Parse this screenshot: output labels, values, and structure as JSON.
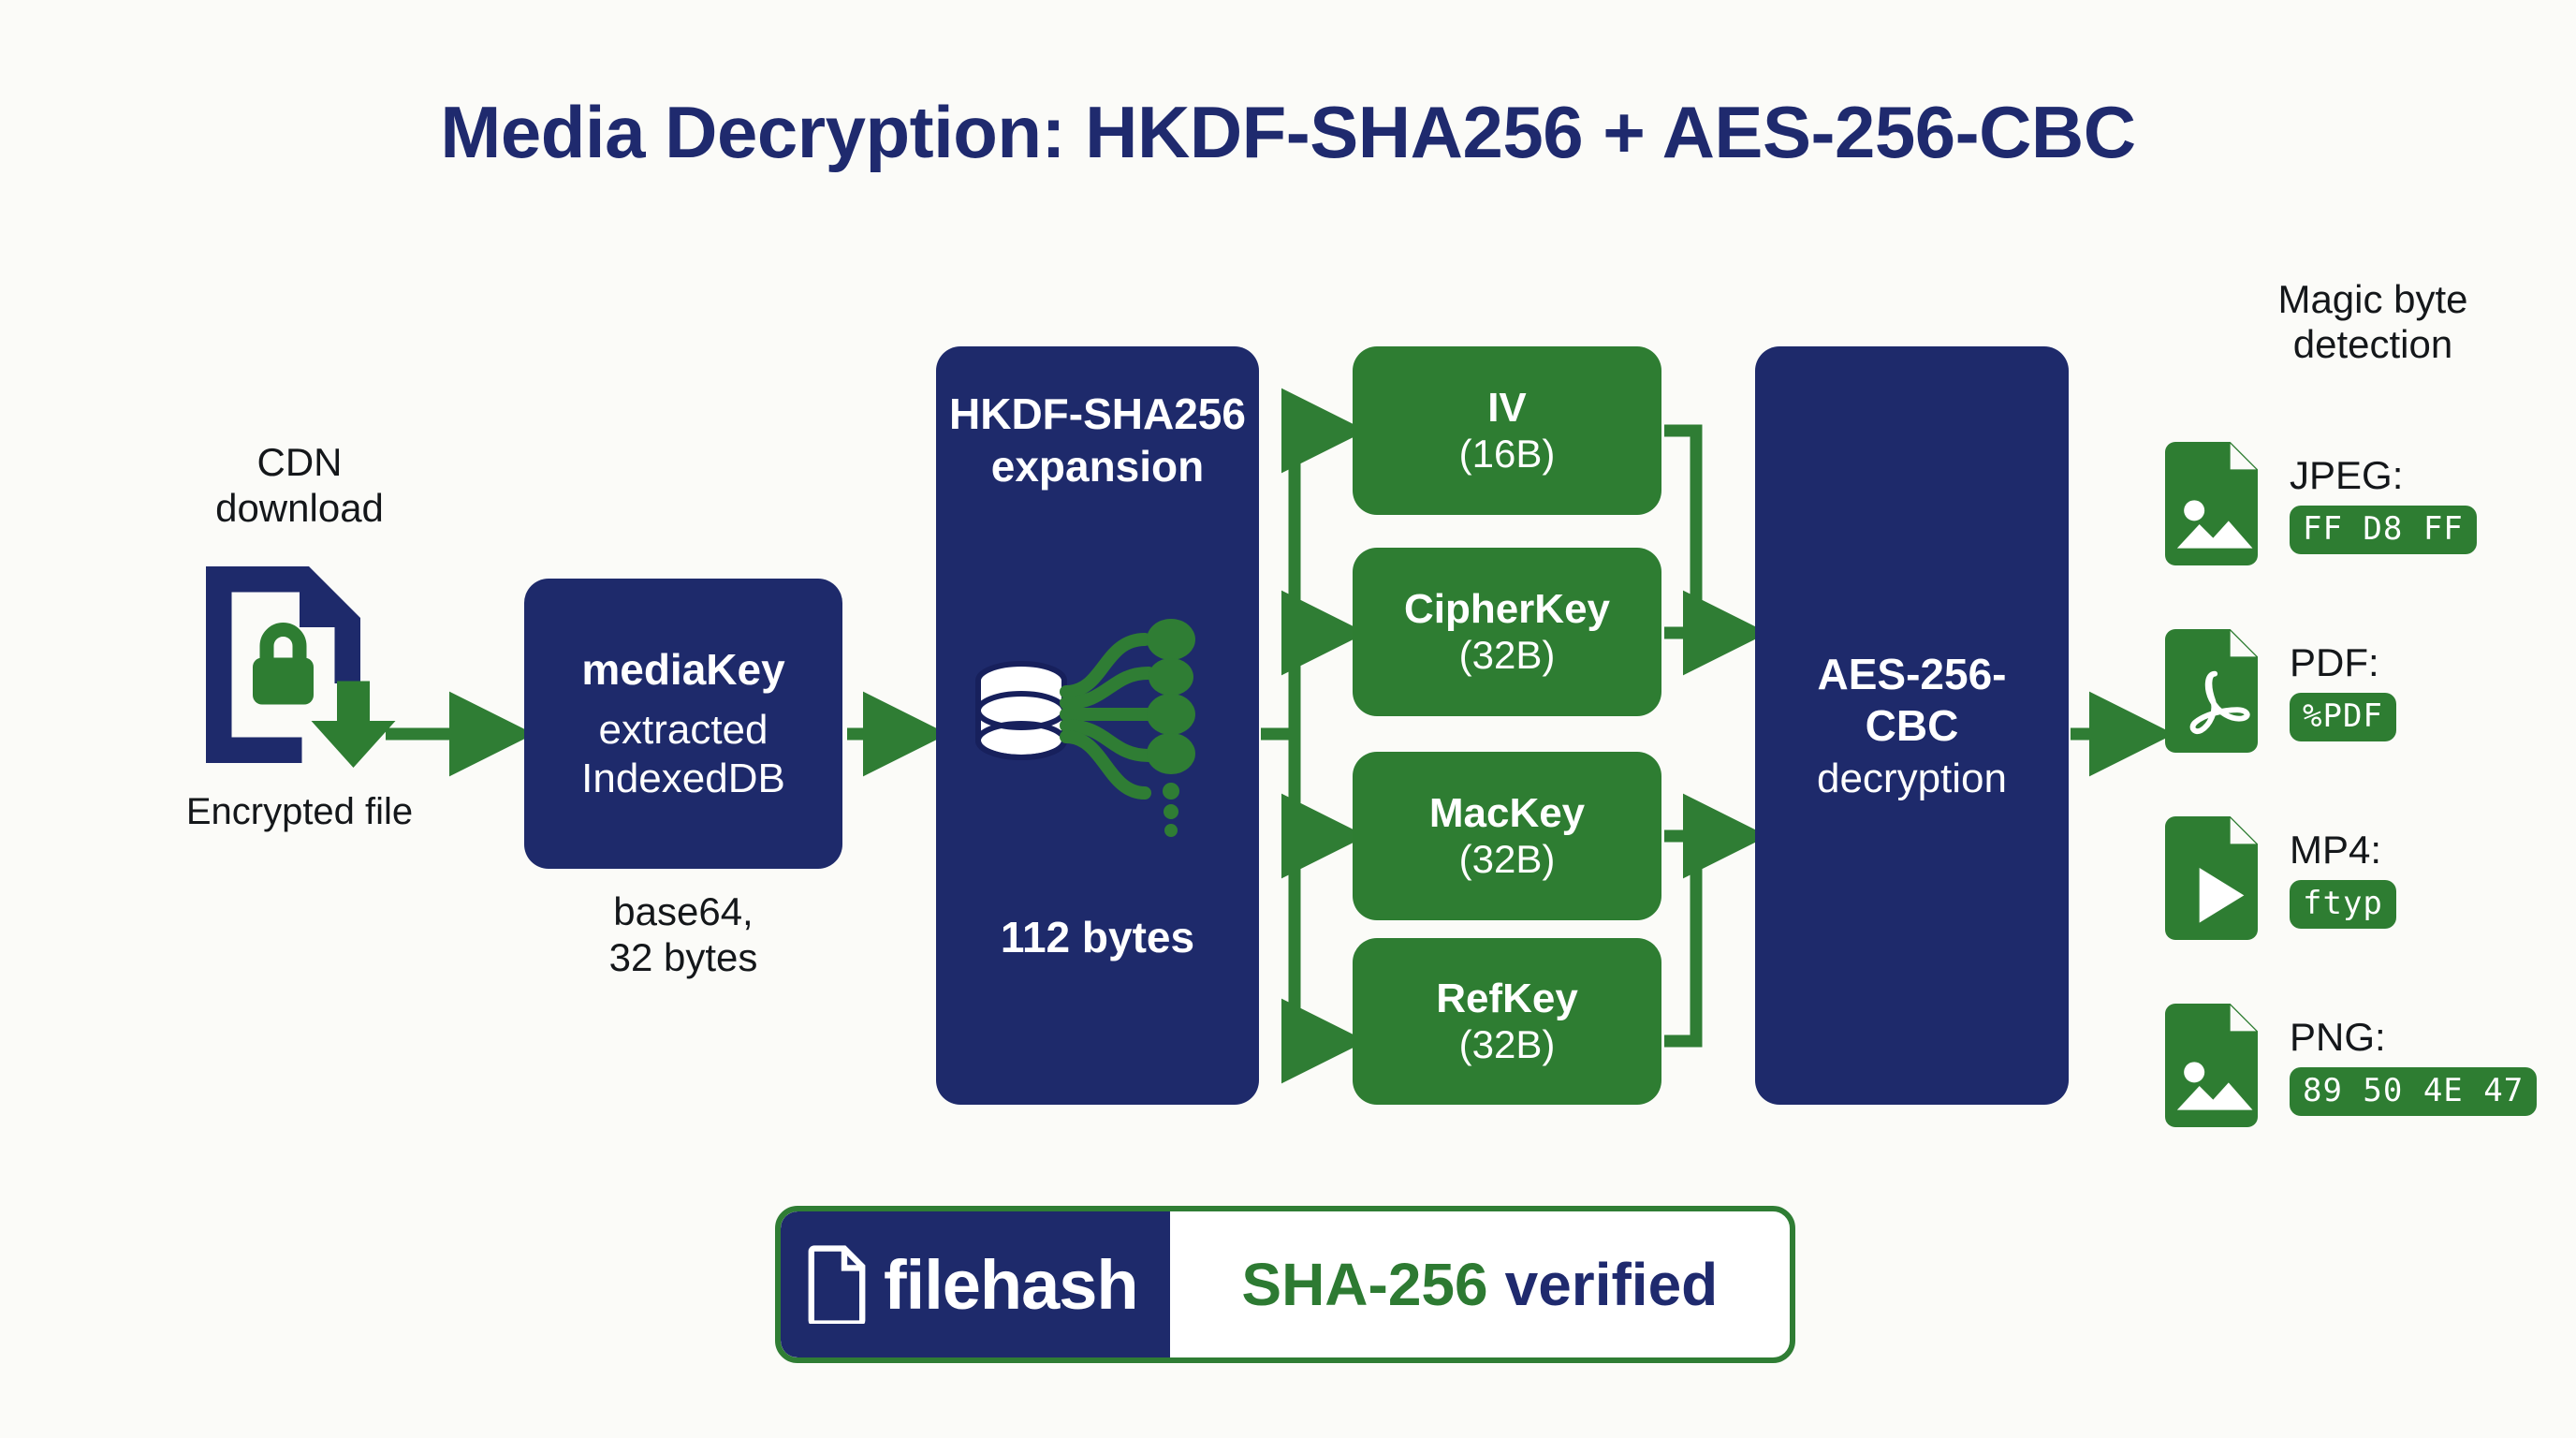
{
  "title": "Media Decryption: HKDF-SHA256 + AES-256-CBC",
  "colors": {
    "navy": "#1e2a6b",
    "green": "#2e7d32",
    "background": "#fbfbf8",
    "title_navy": "#1f2a6e"
  },
  "stages": {
    "cdn": {
      "top_label": "CDN\ndownload",
      "top_label_line1": "CDN",
      "top_label_line2": "download",
      "icon": "file-lock-download-icon",
      "caption": "Encrypted file"
    },
    "mediakey": {
      "bold_line": "mediaKey",
      "sub_line1": "extracted",
      "sub_line2": "IndexedDB",
      "caption_line1": "base64,",
      "caption_line2": "32 bytes"
    },
    "hkdf": {
      "title_line1": "HKDF-SHA256",
      "title_line2": "expansion",
      "icon": "database-expansion-icon",
      "bytes": "112 bytes"
    },
    "keys": [
      {
        "name": "IV",
        "size": "(16B)"
      },
      {
        "name": "CipherKey",
        "size": "(32B)"
      },
      {
        "name": "MacKey",
        "size": "(32B)"
      },
      {
        "name": "RefKey",
        "size": "(32B)"
      }
    ],
    "aes": {
      "bold_line1": "AES-256-",
      "bold_line2": "CBC",
      "sub_line": "decryption"
    },
    "outputs": {
      "heading_line1": "Magic byte",
      "heading_line2": "detection",
      "items": [
        {
          "label": "JPEG:",
          "bytes": "FF D8 FF",
          "icon": "image-file-icon"
        },
        {
          "label": "PDF:",
          "bytes": "%PDF",
          "icon": "pdf-file-icon"
        },
        {
          "label": "MP4:",
          "bytes": "ftyp",
          "icon": "video-file-icon"
        },
        {
          "label": "PNG:",
          "bytes": "89 50 4E 47",
          "icon": "image-file-icon"
        }
      ]
    }
  },
  "badge": {
    "brand": "filehash",
    "algo": "SHA-256",
    "status": "verified",
    "icon": "file-icon"
  }
}
